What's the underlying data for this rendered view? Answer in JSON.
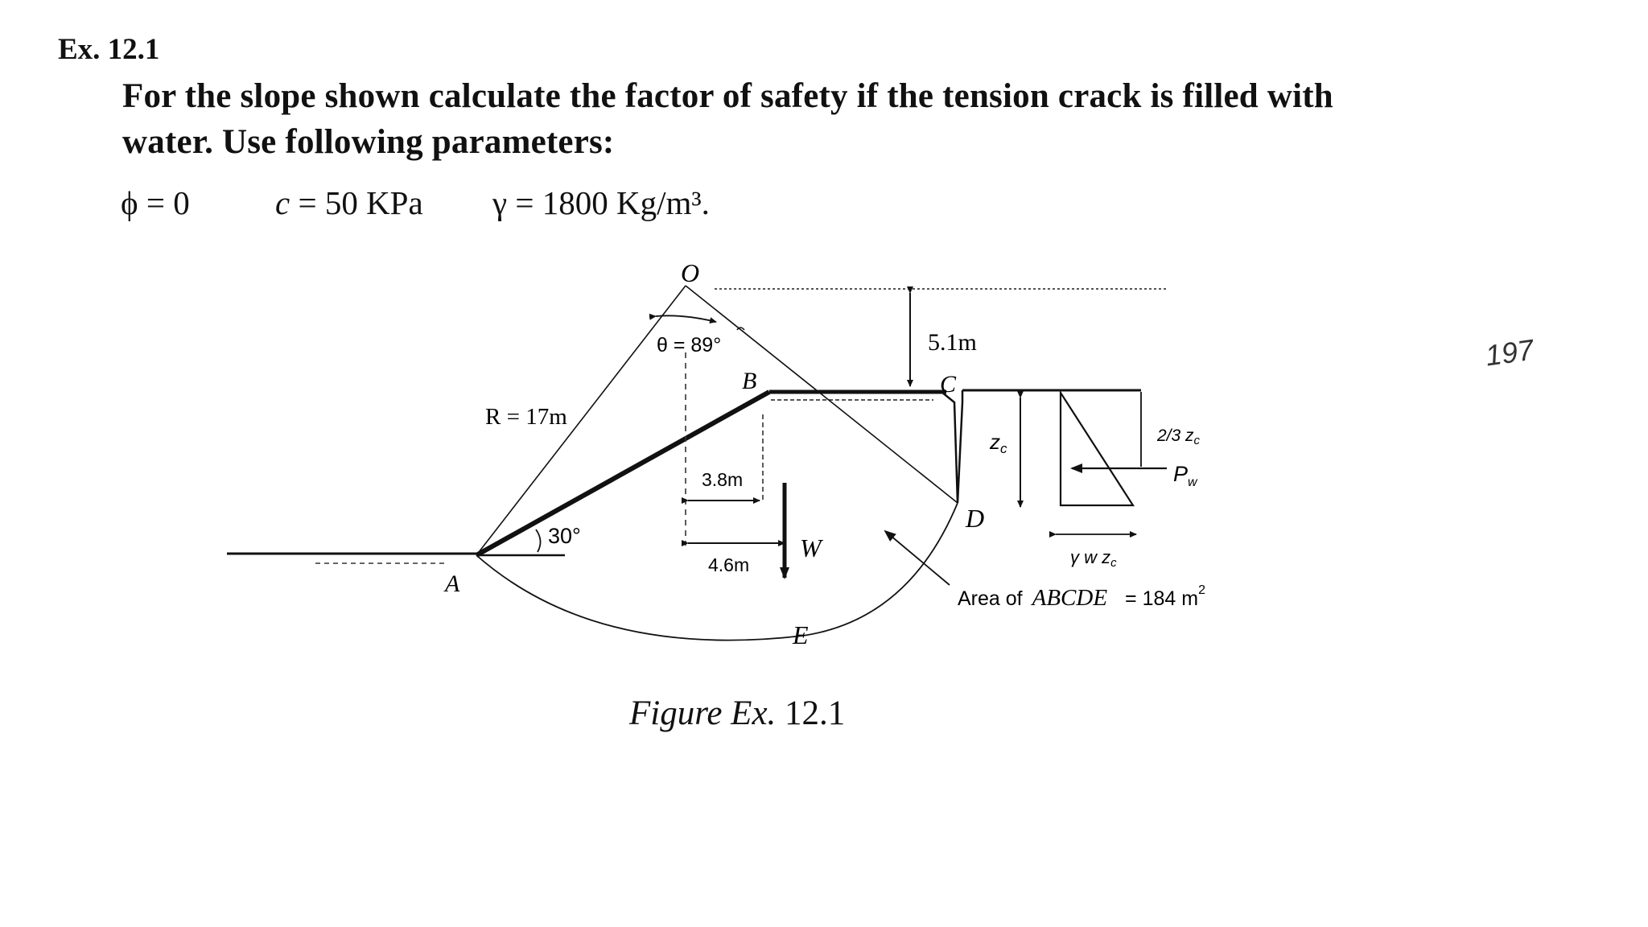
{
  "problem": {
    "number": "Ex. 12.1",
    "text_line1": "For the slope shown calculate the factor of safety if the tension crack is filled with",
    "text_line2": "water. Use following parameters:",
    "params": {
      "phi_symbol": "ϕ",
      "phi_value": "= 0",
      "c_symbol": "c",
      "c_value": "= 50 KPa",
      "gamma_symbol": "γ",
      "gamma_value": "= 1800 Kg/m³."
    }
  },
  "diagram": {
    "labels": {
      "O": "O",
      "A": "A",
      "B": "B",
      "C": "C",
      "D": "D",
      "E": "E",
      "W": "W",
      "theta": "θ = 89°",
      "radius": "R = 17m",
      "slope_angle": "30°",
      "depth_51": "5.1m",
      "dim_38": "3.8m",
      "dim_46": "4.6m",
      "zc": "z",
      "zc_sub": "c",
      "two_thirds": "2/3 z",
      "two_thirds_sub": "c",
      "pw": "P",
      "pw_sub": "w",
      "gamma_w_zc": "γ w z",
      "gamma_w_zc_sub": "c",
      "area_prefix": "Area of",
      "area_name": "ABCDE",
      "area_value": "= 184 m",
      "area_exp": "2"
    }
  },
  "caption": {
    "prefix": "Figure Ex.",
    "number": "12.1"
  },
  "margin_note": "197"
}
